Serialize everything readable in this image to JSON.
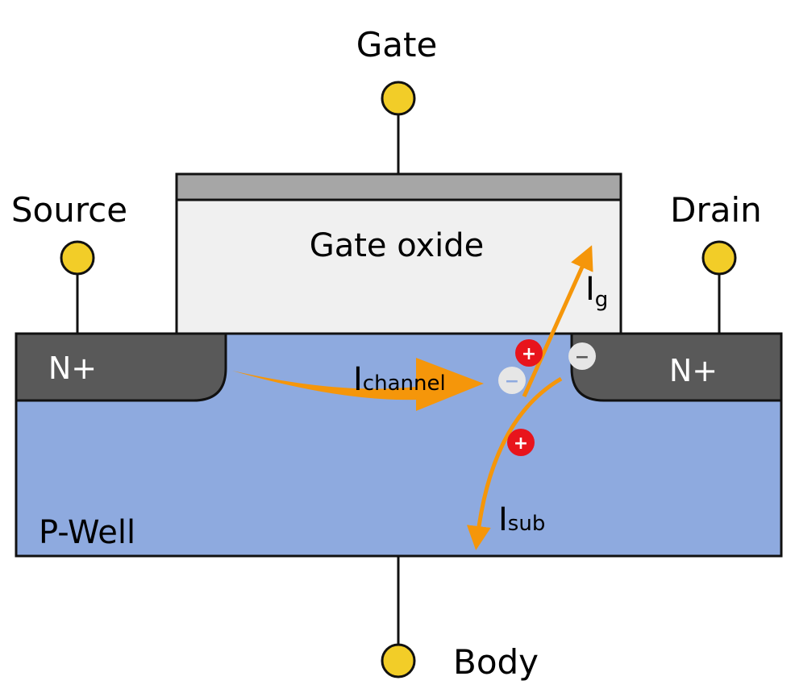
{
  "terminals": {
    "gate": "Gate",
    "source": "Source",
    "drain": "Drain",
    "body": "Body"
  },
  "regions": {
    "gate_oxide": "Gate oxide",
    "source_diffusion": "N+",
    "drain_diffusion": "N+",
    "well": "P-Well"
  },
  "currents": {
    "channel": {
      "main": "I",
      "sub": "channel"
    },
    "gate": {
      "main": "I",
      "sub": "g"
    },
    "substrate": {
      "main": "I",
      "sub": "sub"
    }
  },
  "carriers": {
    "hole": "+",
    "electron": "−"
  },
  "colors": {
    "well": "#8eaadf",
    "diffusion": "#595959",
    "oxide": "#f0f0f0",
    "gate_electrode": "#a6a6a6",
    "terminal": "#f2cd28",
    "current_arrow": "#f5960a",
    "hole": "#e8141c",
    "electron": "#e6e6e6"
  }
}
